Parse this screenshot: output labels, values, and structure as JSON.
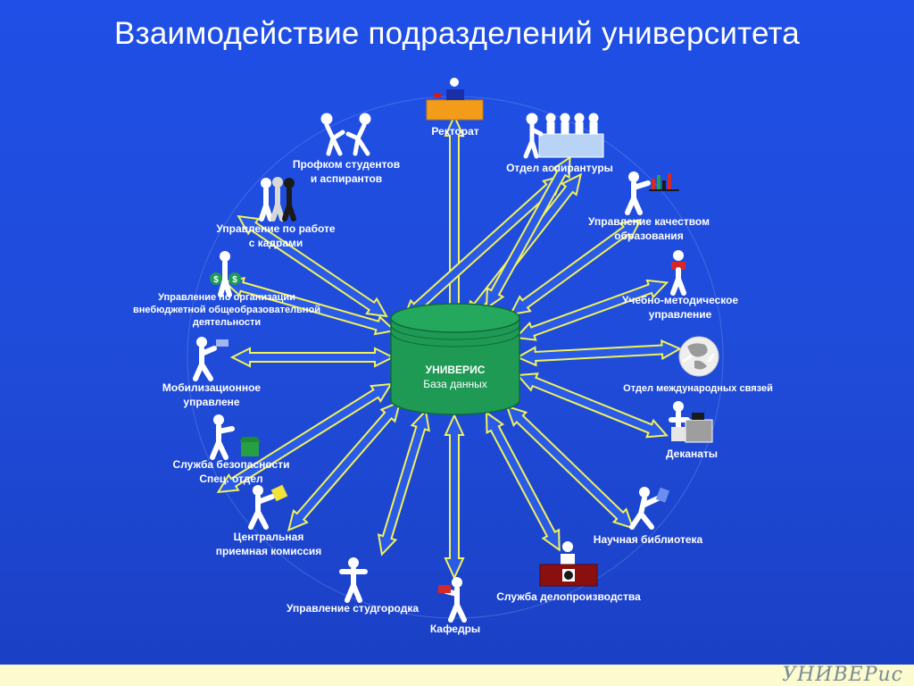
{
  "title": "Взаимодействие подразделений университета",
  "center": {
    "title": "УНИВЕРИС",
    "subtitle": "База данных"
  },
  "nodes": {
    "rektorat": "Ректорат",
    "aspirantura": "Отдел аспирантуры",
    "kachestvo_1": "Управление качеством",
    "kachestvo_2": "образования",
    "umu_1": "Учебно-методическое",
    "umu_2": "управление",
    "mezhdunar": "Отдел международных связей",
    "dekanaty": "Деканаты",
    "biblioteka": "Научная библиотека",
    "deloproizvodstvo": "Служба делопроизводства",
    "kafedry": "Кафедры",
    "studgorodok": "Управление студгородка",
    "priemnaya_1": "Центральная",
    "priemnaya_2": "приемная комиссия",
    "bezopasnost_1": "Служба безопасности",
    "bezopasnost_2": "Спец. отдел",
    "mobiliz_1": "Мобилизационное",
    "mobiliz_2": "управлене",
    "vnebudzhet_1": "Управление по организации",
    "vnebudzhet_2": "внебюджетной общеобразовательной",
    "vnebudzhet_3": "деятельности",
    "kadry_1": "Управление по работе",
    "kadry_2": "с кадрами",
    "profkom_1": "Профком студентов",
    "profkom_2": "и аспирантов"
  },
  "brand": "УНИВЕРис",
  "colors": {
    "background": "#1f4fe6",
    "arrow_fill": "#2a5ae8",
    "arrow_outline": "#f2f25a",
    "database": "#1e9a55",
    "label": "#ffffff",
    "bottom_bar": "#fbfbcf"
  }
}
